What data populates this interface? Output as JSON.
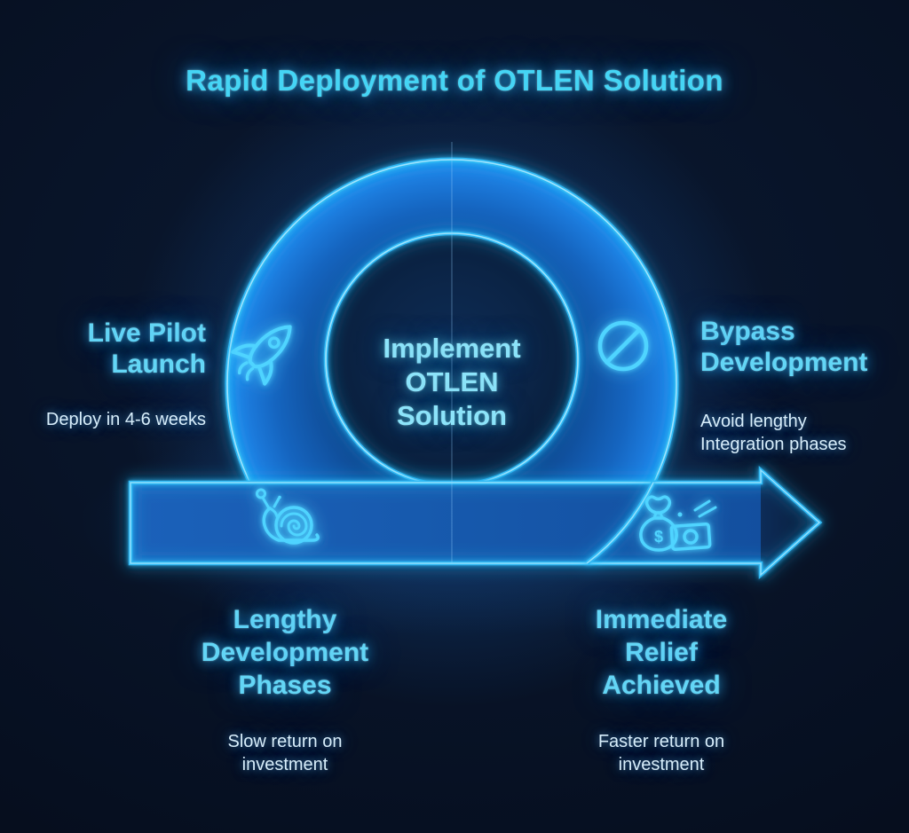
{
  "title": "Rapid Deployment of OTLEN Solution",
  "center_label": "Implement\nOTLEN\nSolution",
  "callouts": {
    "top_left": {
      "heading": "Live Pilot\nLaunch",
      "subtext": "Deploy in 4-6 weeks"
    },
    "top_right": {
      "heading": "Bypass\nDevelopment",
      "subtext": "Avoid lengthy\nIntegration phases"
    },
    "bottom_left": {
      "heading": "Lengthy\nDevelopment\nPhases",
      "subtext": "Slow return on\ninvestment"
    },
    "bottom_right": {
      "heading": "Immediate\nRelief\nAchieved",
      "subtext": "Faster return on\ninvestment"
    }
  },
  "icons": {
    "top_left": "rocket-icon",
    "top_right": "no-entry-icon",
    "bottom_left": "snail-icon",
    "bottom_right": "money-bag-icon",
    "money_bag_symbol": "$"
  },
  "colors": {
    "background": "#071226",
    "neon_stroke": "#38c8ff",
    "ring_fill": "#1565c0",
    "band_fill": "#175aae",
    "dark_fill": "#0a2142",
    "title_text": "#45d5f5",
    "heading_text": "#63d6f6",
    "subtext_text": "#d8eefb",
    "center_text": "#8ce4fa"
  }
}
